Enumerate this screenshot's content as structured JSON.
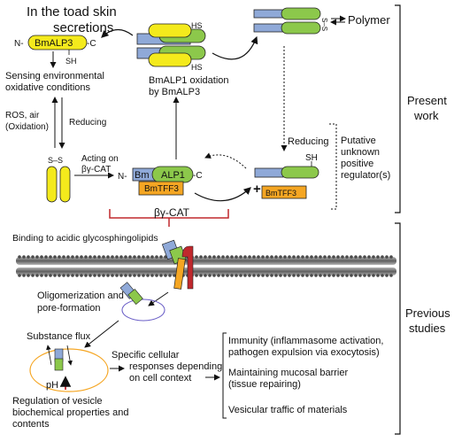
{
  "title": [
    "In the toad skin",
    "secretions"
  ],
  "bmalp3": {
    "n": "N-",
    "label": "BmALP3",
    "c": "-C",
    "sh": "SH"
  },
  "sensing": [
    "Sensing environmental",
    "oxidative conditions"
  ],
  "ros": [
    "ROS, air",
    "(Oxidation)"
  ],
  "reducing_left": "Reducing",
  "acting": [
    "Acting on",
    "βγ-CAT"
  ],
  "dimer_hs_top": "HS",
  "dimer_hs_bottom": "HS",
  "oxidation_caption": [
    "BmALP1 oxidation",
    "by BmALP3"
  ],
  "polymer": {
    "label": "Polymer",
    "ss": "S–S"
  },
  "reducing_right": "Reducing",
  "putative": [
    "Putative",
    "unknown",
    "positive",
    "regulator(s)"
  ],
  "complex": {
    "n": "N-",
    "bm": "Bm",
    "alp1": "ALP1",
    "c": "-C",
    "tff3": "BmTFF3"
  },
  "free": {
    "sh": "SH",
    "plus": "+",
    "tff3": "BmTFF3"
  },
  "ss_small": "S–S",
  "betagamma": "βγ-CAT",
  "binding": "Binding to acidic glycosphingolipids",
  "oligomer": [
    "Oligomerization and",
    "pore-formation"
  ],
  "flux": "Substance flux",
  "ph": "pH",
  "specific": [
    "Specific cellular",
    "responses depending",
    "on cell context"
  ],
  "regulation": [
    "Regulation of vesicle",
    "biochemical properties and",
    "contents"
  ],
  "outcomes": [
    [
      "Immunity (inflammasome activation,",
      "pathogen expulsion via exocytosis)"
    ],
    [
      "Maintaining mucosal barrier",
      "(tissue repairing)"
    ],
    [
      "Vesicular traffic of materials"
    ]
  ],
  "side_labels": {
    "present": [
      "Present",
      "work"
    ],
    "previous": [
      "Previous",
      "studies"
    ]
  },
  "colors": {
    "yellow": "#f4ea1c",
    "green": "#8cc84b",
    "blue": "#8fa9d8",
    "orange": "#f5a623",
    "red": "#c0282d",
    "membrane": "#8a8a8a"
  }
}
